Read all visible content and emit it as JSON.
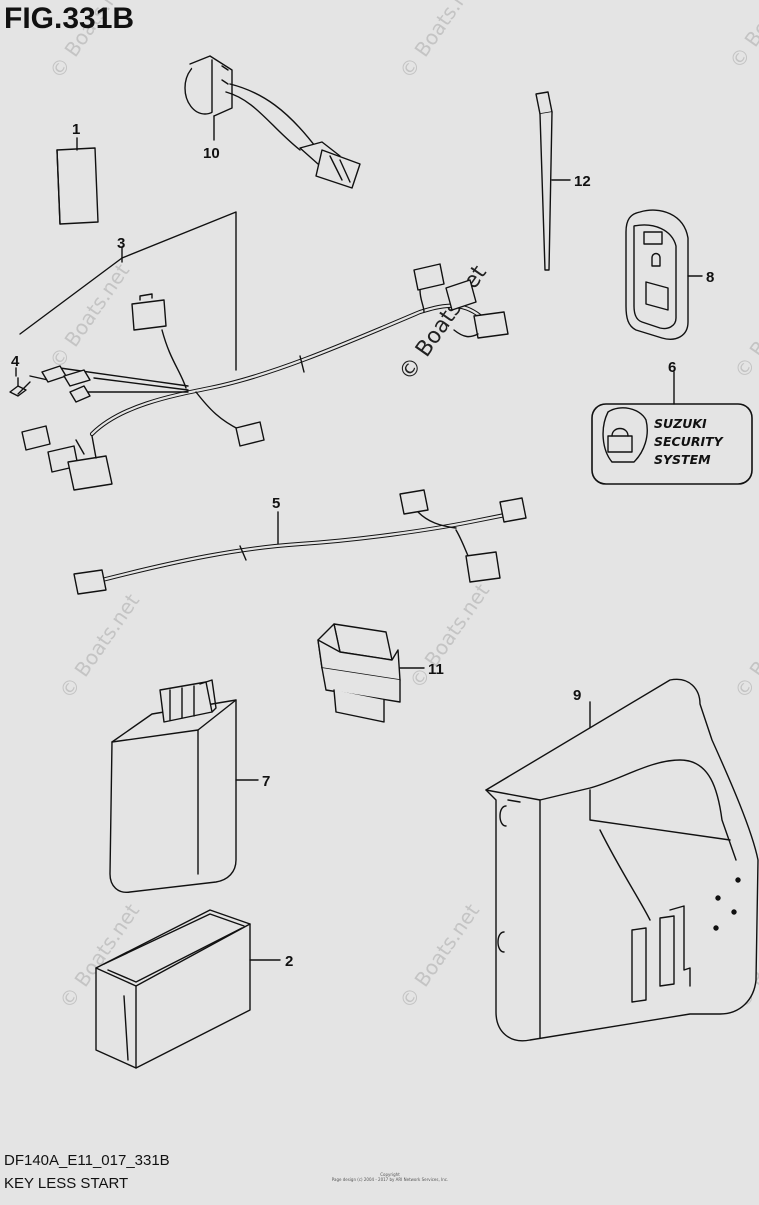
{
  "figure": {
    "title": "FIG.331B"
  },
  "footer": {
    "code": "DF140A_E11_017_331B",
    "name": "KEY LESS START",
    "copyright_lines": [
      "Copyright",
      "Page design (c) 2004 - 2017 by ARI Network Services, Inc."
    ]
  },
  "watermark": {
    "repeat_text": "© Boats.net",
    "center_text": "© Boats.net"
  },
  "badge": {
    "lines": [
      "SUZUKI",
      "SECURITY",
      "SYSTEM"
    ]
  },
  "callouts": {
    "c1": "1",
    "c2": "2",
    "c3": "3",
    "c4": "4",
    "c5": "5",
    "c6": "6",
    "c7": "7",
    "c8": "8",
    "c9": "9",
    "c10": "10",
    "c11": "11",
    "c12": "12"
  }
}
